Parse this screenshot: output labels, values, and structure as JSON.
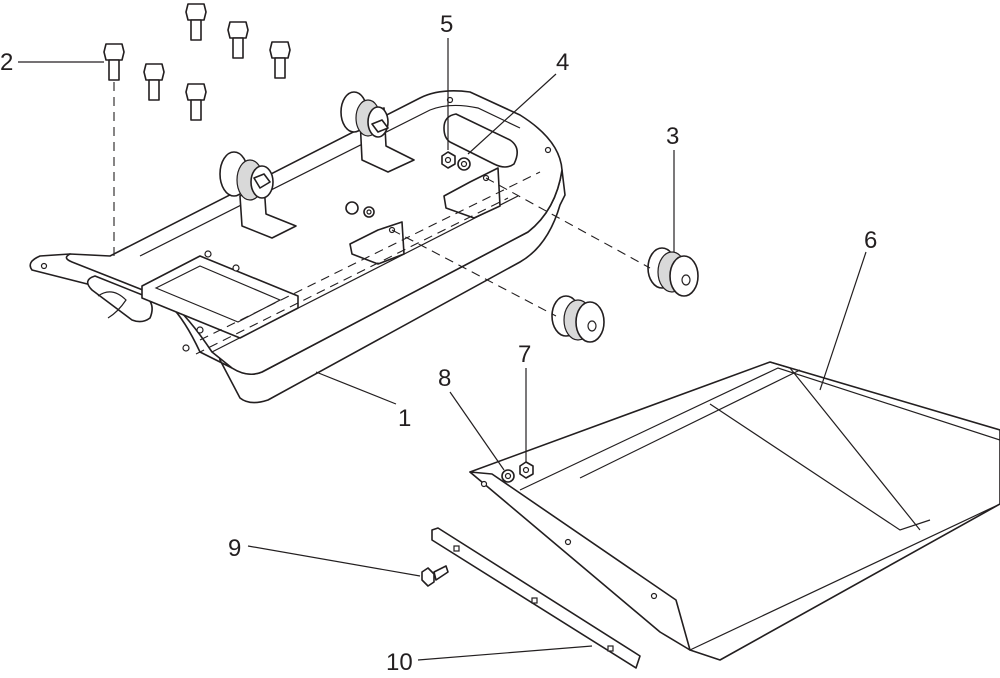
{
  "callouts": [
    {
      "id": "c1",
      "text": "1"
    },
    {
      "id": "c2",
      "text": "2"
    },
    {
      "id": "c3",
      "text": "3"
    },
    {
      "id": "c4",
      "text": "4"
    },
    {
      "id": "c5",
      "text": "5"
    },
    {
      "id": "c6",
      "text": "6"
    },
    {
      "id": "c7",
      "text": "7"
    },
    {
      "id": "c8",
      "text": "8"
    },
    {
      "id": "c9",
      "text": "9"
    },
    {
      "id": "c10",
      "text": "10"
    }
  ]
}
